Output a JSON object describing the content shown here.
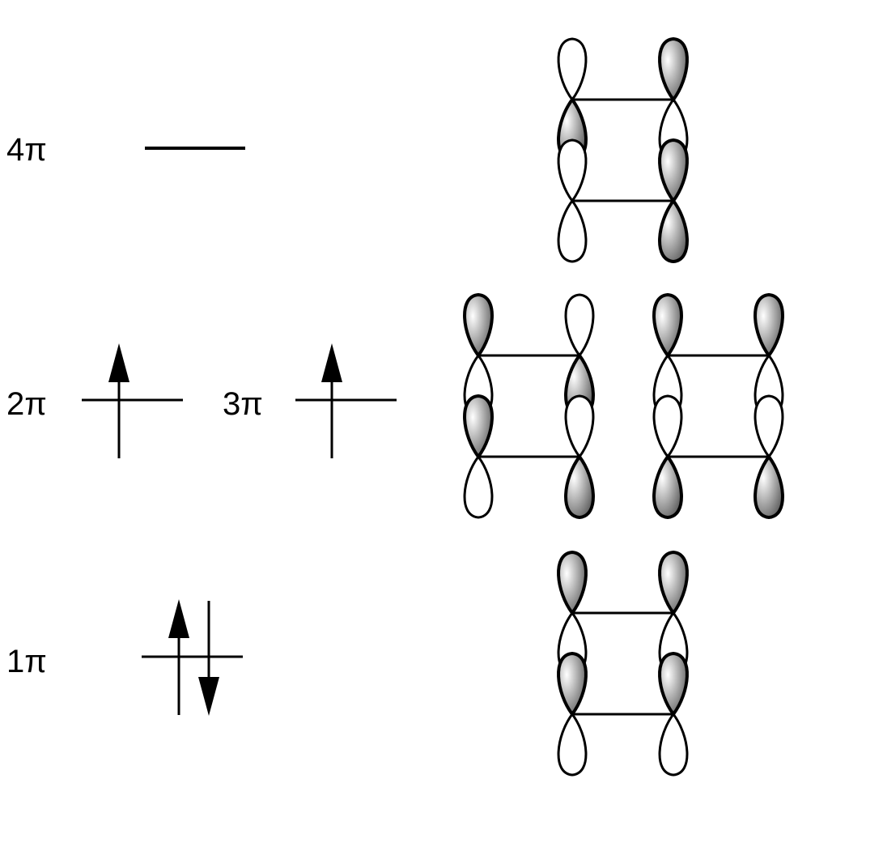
{
  "diagram": {
    "colors": {
      "stroke": "#000000",
      "shade_light": "#ffffff",
      "shade_dark": "#505050"
    },
    "levels": [
      {
        "label": "4π",
        "electrons": "none"
      },
      {
        "label": "2π",
        "electrons": "up"
      },
      {
        "label": "3π",
        "electrons": "up"
      },
      {
        "label": "1π",
        "electrons": "up-down"
      }
    ],
    "orbitals": [
      {
        "level": "4π",
        "lobes": [
          "empty",
          "shaded",
          "shaded",
          "empty",
          "empty",
          "empty",
          "shaded",
          "shaded"
        ]
      },
      {
        "level": "2π",
        "lobes": [
          "shaded",
          "empty",
          "empty",
          "shaded",
          "shaded",
          "empty",
          "empty",
          "shaded"
        ]
      },
      {
        "level": "3π",
        "lobes": [
          "shaded",
          "empty",
          "shaded",
          "empty",
          "empty",
          "shaded",
          "empty",
          "shaded"
        ]
      },
      {
        "level": "1π",
        "lobes": [
          "shaded",
          "empty",
          "shaded",
          "empty",
          "shaded",
          "empty",
          "shaded",
          "empty"
        ]
      }
    ]
  }
}
